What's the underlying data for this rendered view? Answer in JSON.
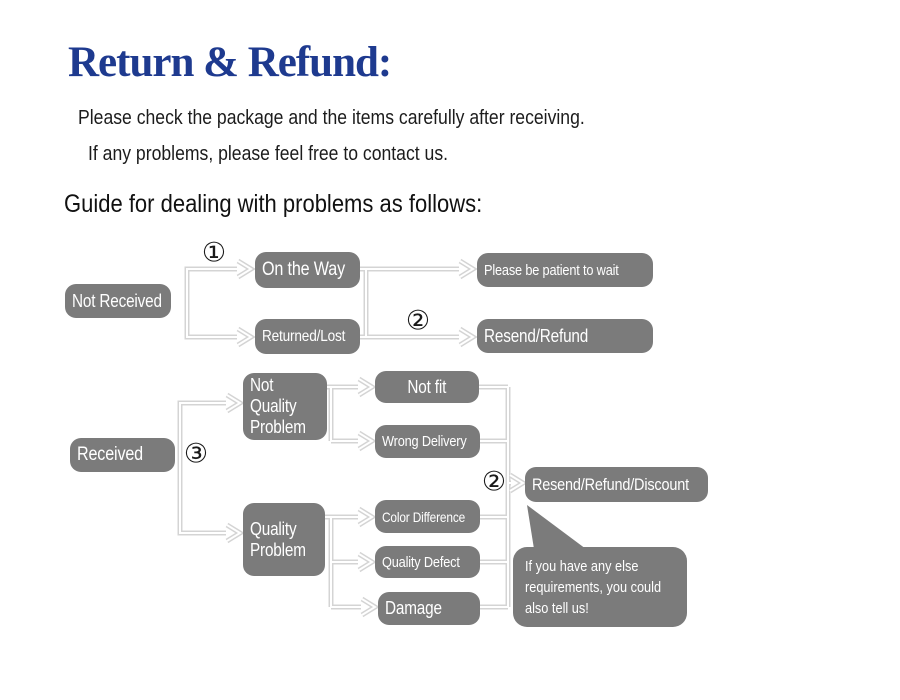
{
  "header": {
    "title": "Return & Refund:",
    "intro_line1": "Please check the package and the items carefully after receiving.",
    "intro_line2": "If any problems, please feel free to contact us.",
    "guide_heading": "Guide for dealing with problems as follows:"
  },
  "markers": {
    "step1": "①",
    "step2": "②",
    "step3": "③"
  },
  "nodes": {
    "not_received": "Not Received",
    "on_the_way": "On the Way",
    "returned_lost": "Returned/Lost",
    "please_wait": "Please be patient to wait",
    "resend_refund": "Resend/Refund",
    "received": "Received",
    "not_quality_problem": "Not Quality Problem",
    "not_fit": "Not fit",
    "wrong_delivery": "Wrong Delivery",
    "quality_problem": "Quality Problem",
    "color_difference": "Color Difference",
    "quality_defect": "Quality Defect",
    "damage": "Damage",
    "resend_refund_discount": "Resend/Refund/Discount"
  },
  "bubble": {
    "line1": "If you have any else",
    "line2": "requirements, you could",
    "line3": "also tell us!"
  },
  "colors": {
    "title_blue": "#1e3a8f",
    "node_gray": "#7b7b7b",
    "connector_gray": "#d4d4d4",
    "node_text": "#ffffff"
  }
}
